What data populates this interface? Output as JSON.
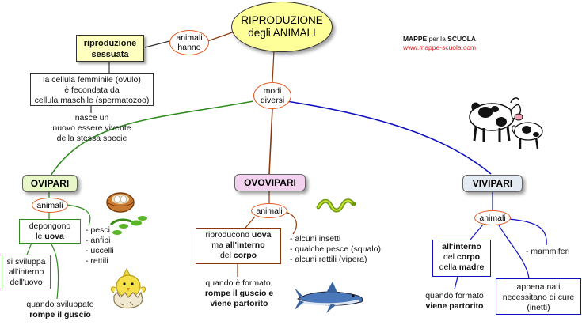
{
  "title": {
    "line1": "RIPRODUZIONE",
    "line2": "degli ANIMALI"
  },
  "brand": {
    "name_pre": "MAPPE",
    "name_mid": " per la ",
    "name_post": "SCUOLA",
    "url": "www.mappe-scuola.com"
  },
  "left_top": {
    "connector": {
      "line1": "animali",
      "line2": "hanno"
    },
    "concept": {
      "line1": "riproduzione",
      "line2": "sessuata"
    },
    "desc": {
      "line1": "la cellula femminile (ovulo)",
      "line2": "è fecondata da",
      "line3": "cellula maschile (spermatozoo)"
    },
    "result": {
      "line1": "nasce un",
      "line2": "nuovo essere vivente",
      "line3": "della stessa specie"
    }
  },
  "center_connector": {
    "line1": "modi",
    "line2": "diversi"
  },
  "ovipari": {
    "title": "OVIPARI",
    "connector": "animali",
    "box1": {
      "line1": "depongono",
      "line2_pre": "le ",
      "line2_bold": "uova"
    },
    "list": [
      "- pesci",
      "- anfibi",
      "- uccelli",
      "- rettili"
    ],
    "box2": {
      "line1": "si sviluppa",
      "line2": "all'interno",
      "line3": "dell'uovo"
    },
    "bottom": {
      "line1": "quando sviluppato",
      "line2": "rompe il guscio"
    }
  },
  "ovovipari": {
    "title": "OVOVIPARI",
    "connector": "animali",
    "box": {
      "line1_pre": "riproducono ",
      "line1_bold": "uova",
      "line2_pre": "ma ",
      "line2_bold": "all'interno",
      "line3_pre": "del ",
      "line3_bold": "corpo"
    },
    "list": [
      "- alcuni insetti",
      "- qualche pesce (squalo)",
      "- alcuni rettili (vipera)"
    ],
    "bottom": {
      "line1": "quando è formato,",
      "line2": "rompe il guscio e",
      "line3": "viene partorito"
    }
  },
  "vivipari": {
    "title": "VIVIPARI",
    "connector": "animali",
    "box": {
      "line1": "all'interno",
      "line2_pre": "del ",
      "line2_bold": "corpo",
      "line3_pre": "della ",
      "line3_bold": "madre"
    },
    "list": [
      "- mammiferi"
    ],
    "bottom": {
      "line1": "quando formato",
      "line2": "viene partorito"
    },
    "box2": {
      "line1": "appena nati",
      "line2": "necessitano di cure",
      "line3": "(inetti)"
    }
  },
  "colors": {
    "title_fill": "#ffff99",
    "sessuata_fill": "#ffffc0",
    "ovipari_fill": "#e8f7c8",
    "ovovipari_fill": "#f3d2f0",
    "vivipari_fill": "#e4eaf2",
    "green": "#2e8b1e",
    "brown": "#8b3a0f",
    "blue": "#1010c0",
    "orange": "#e05a20"
  },
  "icons": [
    "nest-icon",
    "chick-icon",
    "snake-icon",
    "shark-icon",
    "cow-icon"
  ]
}
